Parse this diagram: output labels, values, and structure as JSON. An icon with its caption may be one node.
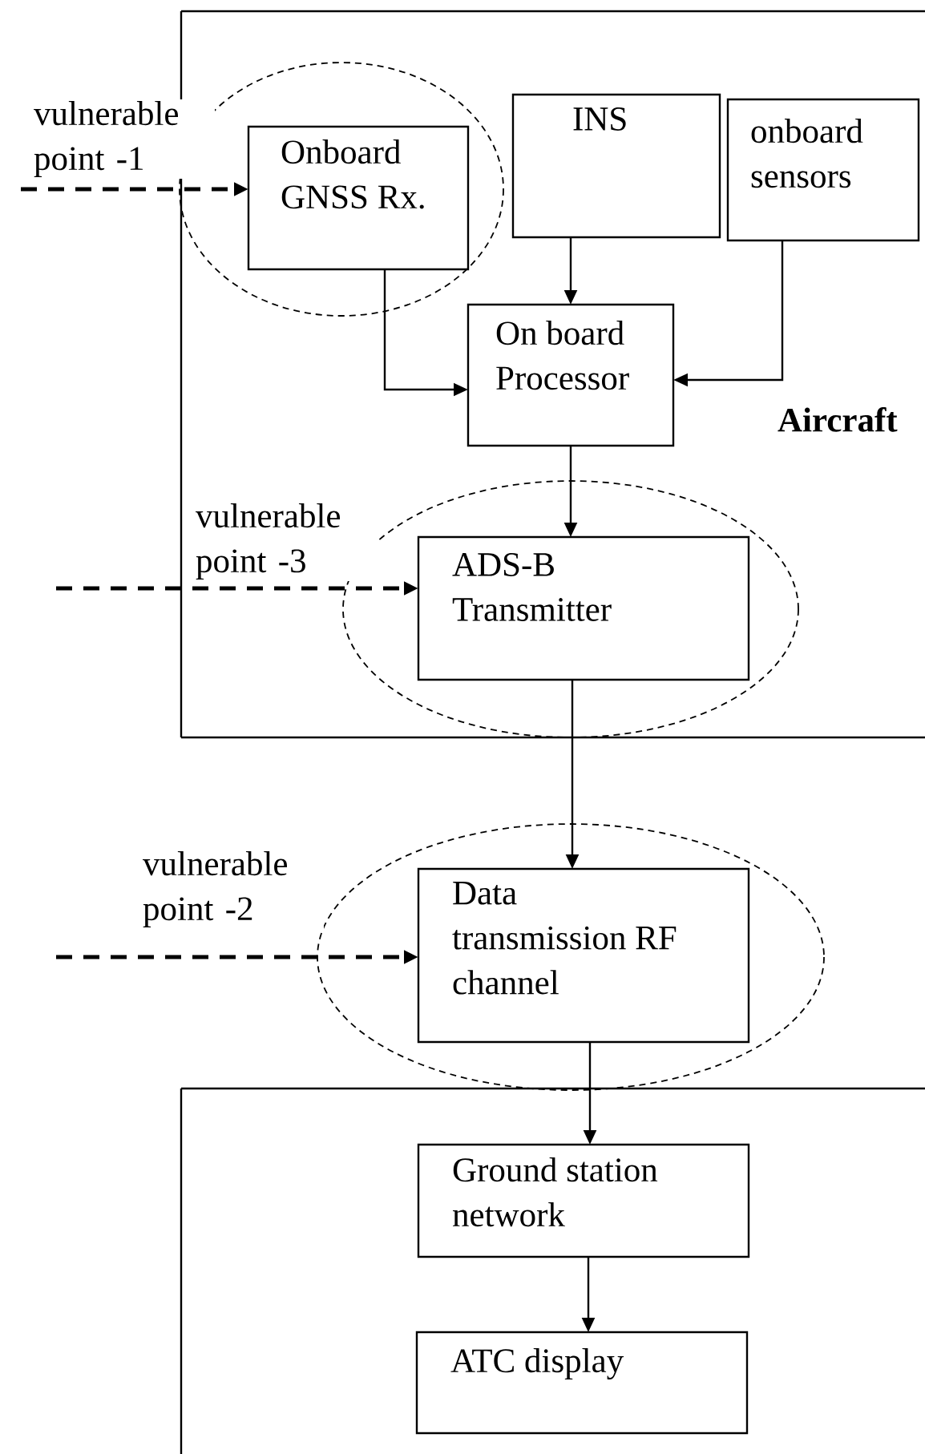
{
  "diagram": {
    "nodes": [
      {
        "text": [
          "Aircraft"
        ]
      },
      {
        "text": [
          "Onboard GNSS Rx."
        ],
        "in": 0
      },
      {
        "text": [
          "INS"
        ],
        "in": 0
      },
      {
        "text": [
          "onboard sensors"
        ],
        "in": 0
      },
      {
        "text": [
          "On board Processor"
        ],
        "in": 0
      },
      {
        "text": [
          "ADS-B Transmitter"
        ],
        "in": 0
      },
      {
        "text": [
          "Data transmission RF channel"
        ]
      },
      {
        "text": [],
        "shape": "box"
      },
      {
        "text": [
          "Ground station network"
        ],
        "in": 7
      },
      {
        "text": [
          "ATC display"
        ],
        "in": 7
      }
    ],
    "edges": [
      {
        "from": null,
        "to": 1,
        "arrow": "to",
        "style": "dashed",
        "label": "vulnerable point -1"
      },
      {
        "from": 1,
        "to": 4,
        "arrow": "to"
      },
      {
        "from": 2,
        "to": 4,
        "arrow": "to"
      },
      {
        "from": 3,
        "to": 4,
        "arrow": "to"
      },
      {
        "from": 4,
        "to": 5,
        "arrow": "to"
      },
      {
        "from": null,
        "to": 5,
        "arrow": "to",
        "style": "dashed",
        "label": "vulnerable point -3"
      },
      {
        "from": 5,
        "to": 6,
        "arrow": "to"
      },
      {
        "from": null,
        "to": 6,
        "arrow": "to",
        "style": "dashed",
        "label": "vulnerable point -2"
      },
      {
        "from": 6,
        "to": 8,
        "arrow": "to"
      },
      {
        "from": 8,
        "to": 9,
        "arrow": "to"
      }
    ]
  }
}
